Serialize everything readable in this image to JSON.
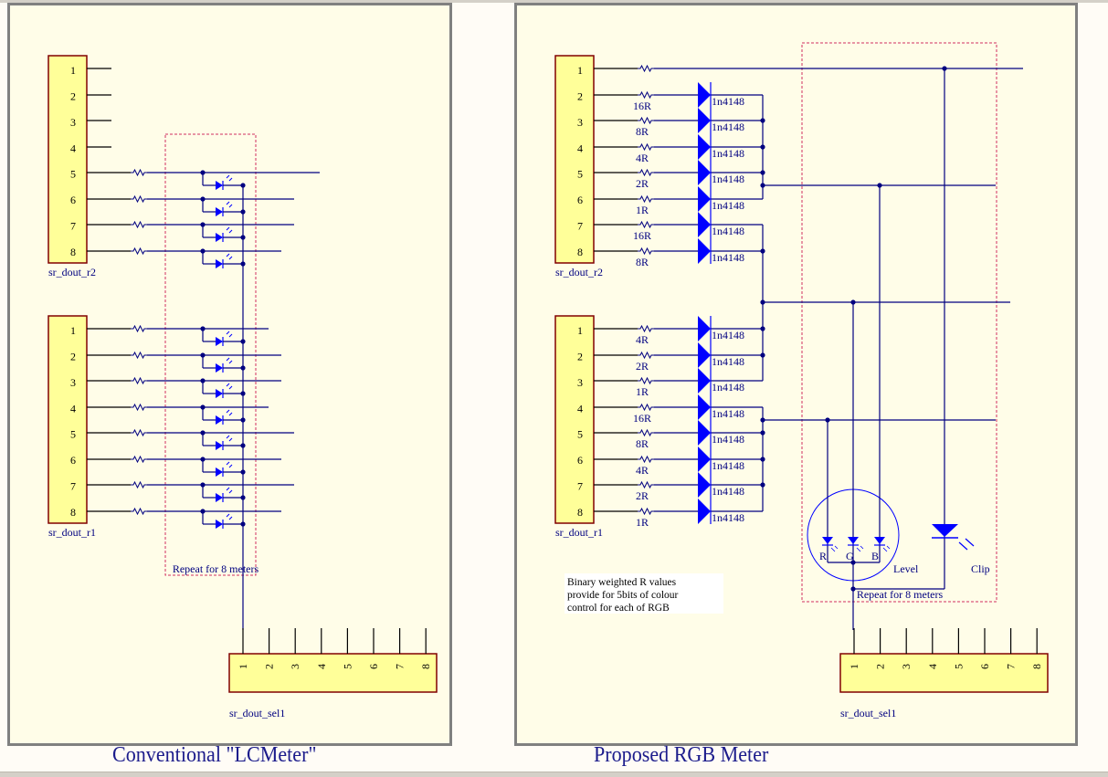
{
  "colors": {
    "sheet_bg": "#fffde8",
    "sheet_border": "#808080",
    "connector_fill": "#ffff99",
    "connector_border": "#800000",
    "wire": "#000080",
    "component": "#0000ff",
    "repeat_box": "#d03060",
    "caption": "#1c1c8c"
  },
  "left_sheet": {
    "caption": "Conventional \"LCMeter\"",
    "connector_r2": {
      "label": "sr_dout_r2",
      "pins": [
        "1",
        "2",
        "3",
        "4",
        "5",
        "6",
        "7",
        "8"
      ]
    },
    "connector_r1": {
      "label": "sr_dout_r1",
      "pins": [
        "1",
        "2",
        "3",
        "4",
        "5",
        "6",
        "7",
        "8"
      ]
    },
    "connector_sel": {
      "label": "sr_dout_sel1",
      "pins": [
        "1",
        "2",
        "3",
        "4",
        "5",
        "6",
        "7",
        "8"
      ]
    },
    "repeat_label": "Repeat for 8 meters"
  },
  "right_sheet": {
    "caption": "Proposed RGB Meter",
    "connector_r2": {
      "label": "sr_dout_r2",
      "pins": [
        "1",
        "2",
        "3",
        "4",
        "5",
        "6",
        "7",
        "8"
      ],
      "resistors": [
        "",
        "16R",
        "8R",
        "4R",
        "2R",
        "1R",
        "16R",
        "8R"
      ],
      "diodes": [
        "",
        "1n4148",
        "1n4148",
        "1n4148",
        "1n4148",
        "1n4148",
        "1n4148",
        "1n4148"
      ]
    },
    "connector_r1": {
      "label": "sr_dout_r1",
      "pins": [
        "1",
        "2",
        "3",
        "4",
        "5",
        "6",
        "7",
        "8"
      ],
      "resistors": [
        "4R",
        "2R",
        "1R",
        "16R",
        "8R",
        "4R",
        "2R",
        "1R"
      ],
      "diodes": [
        "1n4148",
        "1n4148",
        "1n4148",
        "1n4148",
        "1n4148",
        "1n4148",
        "1n4148",
        "1n4148"
      ]
    },
    "connector_sel": {
      "label": "sr_dout_sel1",
      "pins": [
        "1",
        "2",
        "3",
        "4",
        "5",
        "6",
        "7",
        "8"
      ]
    },
    "rgb_led": {
      "channels": [
        "R",
        "G",
        "B"
      ],
      "label": "Level"
    },
    "clip_led": {
      "label": "Clip"
    },
    "repeat_label": "Repeat for 8 meters",
    "note": [
      "Binary weighted R values",
      "provide for 5bits of colour",
      "control for each of RGB"
    ]
  }
}
